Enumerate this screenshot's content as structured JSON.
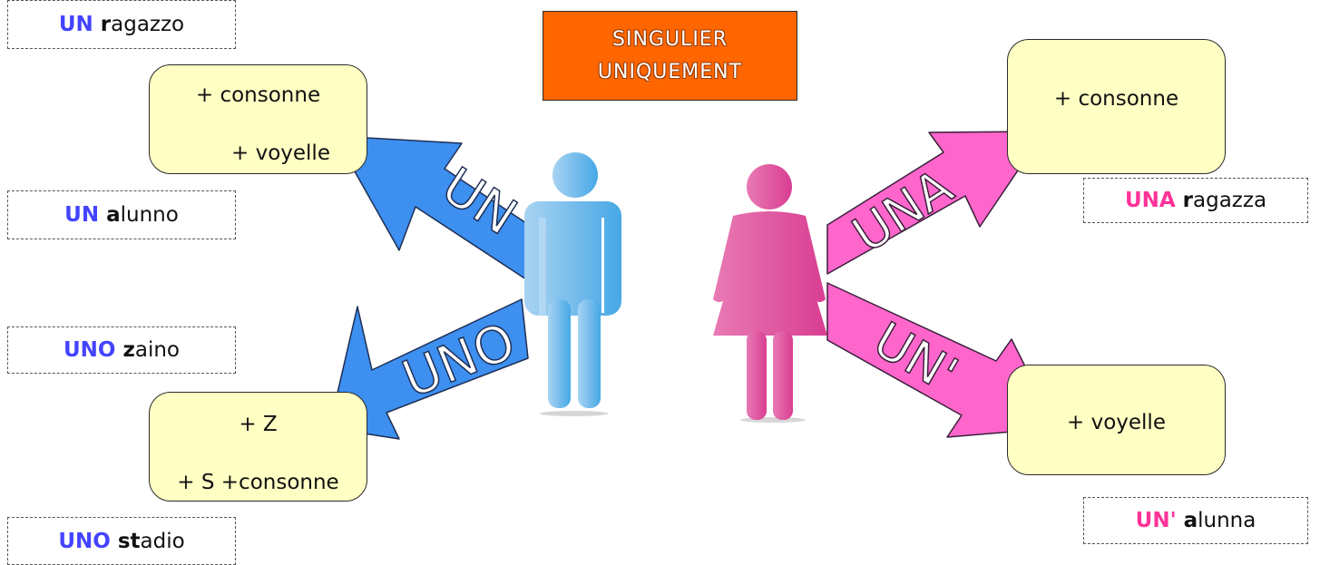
{
  "banner": {
    "line1": "SINGULIER",
    "line2": "UNIQUEMENT"
  },
  "colors": {
    "masculine": "#4444ff",
    "feminine": "#ff3399",
    "arrow_blue": "#3d8ff0",
    "arrow_pink": "#ff66cc",
    "banner": "#ff6600",
    "box": "#ffffc4"
  },
  "arrows": {
    "un": "UN",
    "uno": "UNO",
    "una": "UNA",
    "un_apos": "UN'"
  },
  "rules": {
    "un": {
      "line1": "+ consonne",
      "line2": "+ voyelle"
    },
    "uno": {
      "line1": "+ Z",
      "line2": "+ S +consonne"
    },
    "una": {
      "line1": "+ consonne"
    },
    "un_apos": {
      "line1": "+ voyelle"
    }
  },
  "examples": {
    "un_ragazzo": {
      "article": "UN",
      "stem": "r",
      "rest": "agazzo"
    },
    "un_alunno": {
      "article": "UN",
      "stem": "a",
      "rest": "lunno"
    },
    "uno_zaino": {
      "article": "UNO",
      "stem": "z",
      "rest": "aino"
    },
    "uno_stadio": {
      "article": "UNO",
      "stem": "st",
      "rest": "adio"
    },
    "una_ragazza": {
      "article": "UNA",
      "stem": "r",
      "rest": "agazza"
    },
    "un_alunna": {
      "article": "UN'",
      "stem": "a",
      "rest": "lunna"
    }
  },
  "icons": {
    "male": "male-figure-icon",
    "female": "female-figure-icon"
  }
}
